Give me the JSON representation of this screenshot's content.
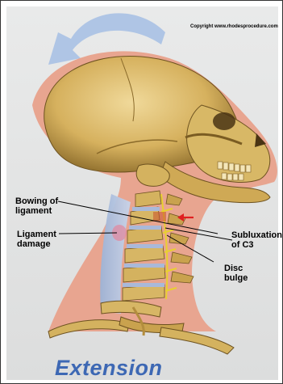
{
  "copyright": "Copyright www.rhodesprocedure.com",
  "title": "Extension",
  "labels": {
    "bowing": [
      "Bowing of",
      "ligament"
    ],
    "ligament_damage": [
      "Ligament",
      "damage"
    ],
    "subluxation": [
      "Subluxation",
      "of C3"
    ],
    "disc_bulge": [
      "Disc",
      "bulge"
    ]
  },
  "colors": {
    "background": "#e6e7e7",
    "skin": "#e8a590",
    "bone": "#d4b25f",
    "bone_shadow": "#8a6a2a",
    "arrow": "#a9c1e4",
    "title": "#3d68b4",
    "red_arrow": "#e02020"
  }
}
